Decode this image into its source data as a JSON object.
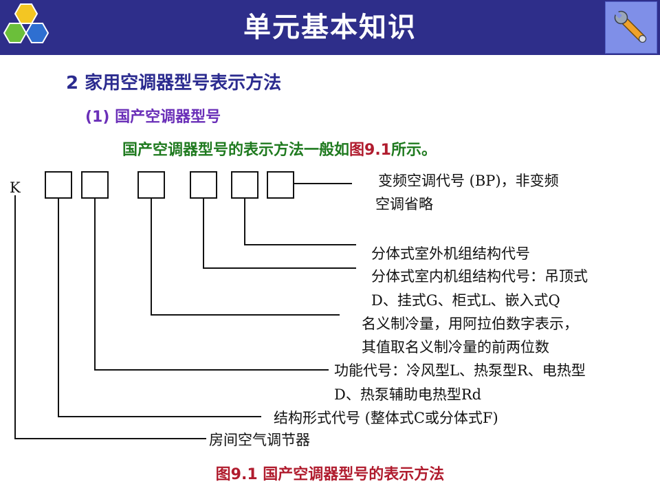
{
  "header": {
    "title": "单元基本知识",
    "colors": {
      "bar": "#2e2e8a",
      "hex_green": "#6bbf3a",
      "hex_yellow": "#f3c623",
      "hex_blue": "#2e6fd1"
    }
  },
  "section": {
    "title": "2 家用空调器型号表示方法"
  },
  "subsection": {
    "title": "(1) 国产空调器型号"
  },
  "intro": {
    "before": "国产空调器型号的表示方法一般如",
    "ref": "图9.1",
    "after": "所示。"
  },
  "diagram": {
    "prefix": "K",
    "labels": {
      "l1a": "变频空调代号 (BP)，非变频",
      "l1b": "空调省略",
      "l2": "分体式室外机组结构代号",
      "l3a": "分体式室内机组结构代号：吊顶式",
      "l3b": "D、挂式G、柜式L、嵌入式Q",
      "l4a": "名义制冷量，用阿拉伯数字表示，",
      "l4b": "其值取名义制冷量的前两位数",
      "l5a": "功能代号：冷风型L、热泵型R、电热型",
      "l5b": "D、热泵辅助电热型Rd",
      "l6": "结构形式代号 (整体式C或分体式F)",
      "l7": "房间空气调节器"
    }
  },
  "caption": "图9.1 国产空调器型号的表示方法"
}
